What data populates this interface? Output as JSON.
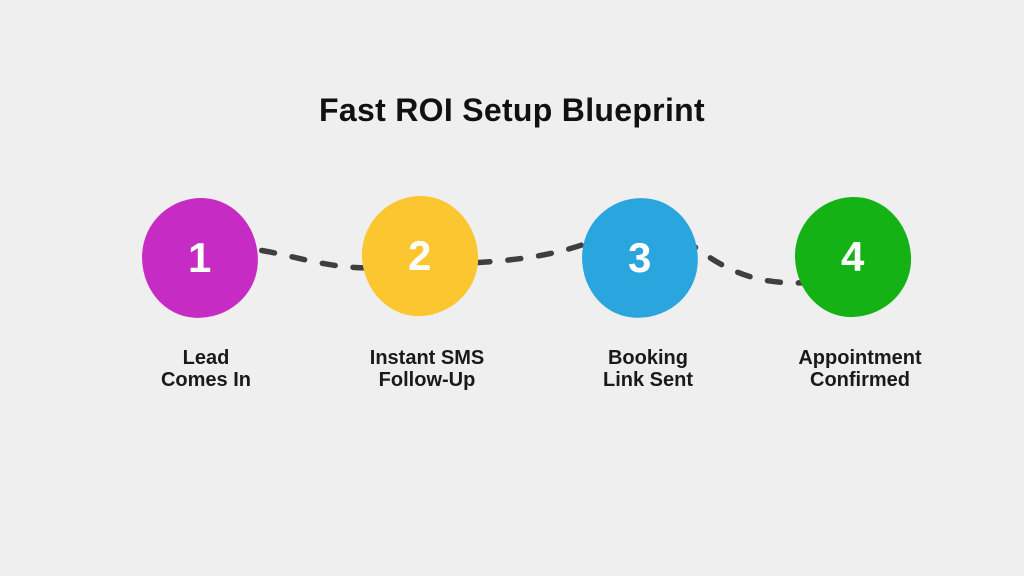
{
  "title": "Fast ROI Setup Blueprint",
  "colors": {
    "background": "#EFEFEF",
    "title_text": "#111111",
    "label_text": "#1A1A1A",
    "number_text": "#FFFFFF",
    "connector": "#3F3F3F",
    "step1": "#C62BC4",
    "step2": "#FBC62F",
    "step3": "#2BA5DE",
    "step4": "#14B214"
  },
  "steps": [
    {
      "number": "1",
      "color": "#C62BC4",
      "label_lines": [
        "Lead",
        "Comes In"
      ]
    },
    {
      "number": "2",
      "color": "#FBC62F",
      "label_lines": [
        "Instant SMS",
        "Follow-Up"
      ]
    },
    {
      "number": "3",
      "color": "#2BA5DE",
      "label_lines": [
        "Booking",
        "Link Sent"
      ]
    },
    {
      "number": "4",
      "color": "#14B214",
      "label_lines": [
        "Appointment",
        "Confirmed"
      ]
    }
  ]
}
